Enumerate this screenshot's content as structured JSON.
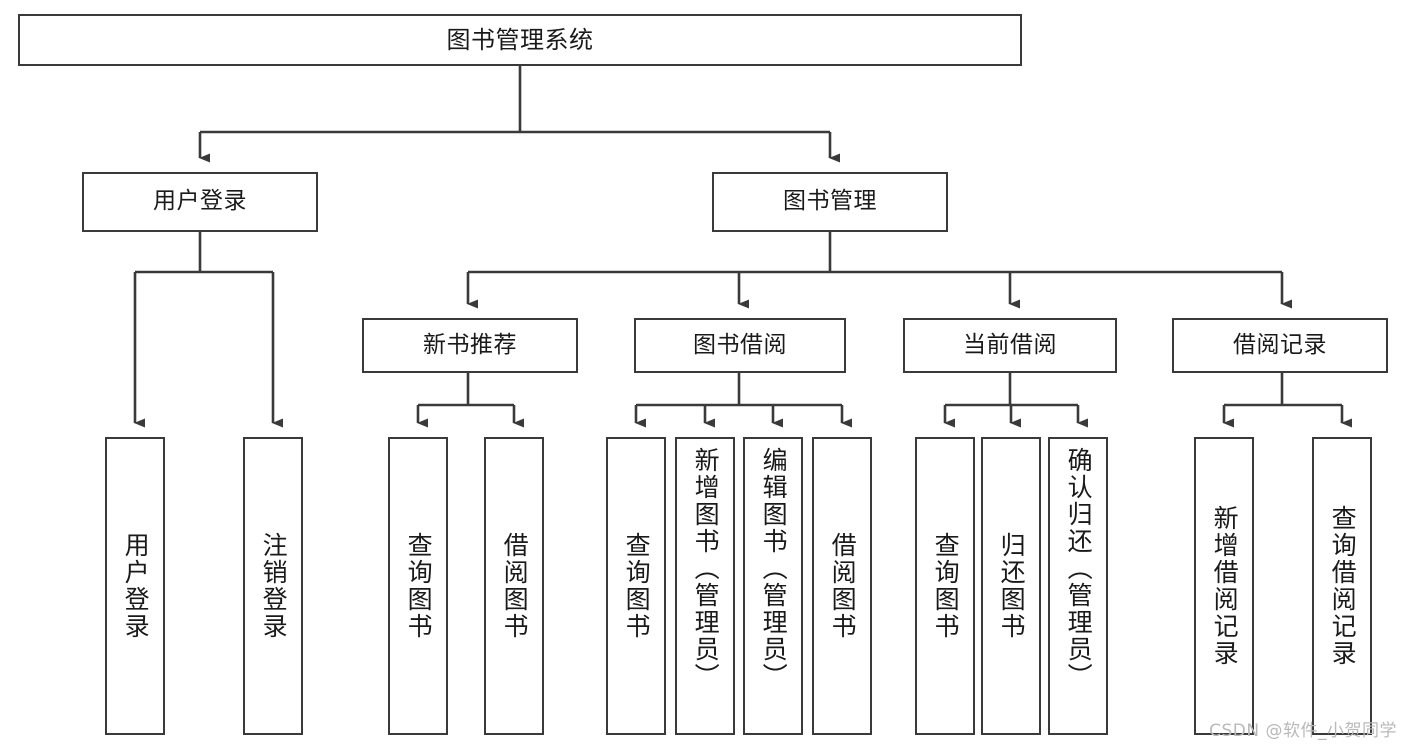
{
  "diagram": {
    "title": "图书管理系统",
    "type": "tree",
    "colors": {
      "background": "#ffffff",
      "stroke": "#3a3a3a",
      "text": "#1a1a1a",
      "watermark": "#b9b9b9"
    },
    "nodes": {
      "root": {
        "label": "图书管理系统"
      },
      "level2": [
        {
          "id": "user-login",
          "label": "用户登录"
        },
        {
          "id": "book-manage",
          "label": "图书管理"
        }
      ],
      "level3": [
        {
          "id": "new-book-recommend",
          "label": "新书推荐"
        },
        {
          "id": "book-borrow",
          "label": "图书借阅"
        },
        {
          "id": "current-borrow",
          "label": "当前借阅"
        },
        {
          "id": "borrow-record",
          "label": "借阅记录"
        }
      ],
      "leaves": {
        "user-login": [
          {
            "id": "leaf-user-login",
            "label": "用户登录"
          },
          {
            "id": "leaf-logout-login",
            "label": "注销登录"
          }
        ],
        "new-book-recommend": [
          {
            "id": "leaf-query-book-1",
            "label": "查询图书"
          },
          {
            "id": "leaf-borrow-book-1",
            "label": "借阅图书"
          }
        ],
        "book-borrow": [
          {
            "id": "leaf-query-book-2",
            "label": "查询图书"
          },
          {
            "id": "leaf-add-book",
            "label": "新增图书（管理员）"
          },
          {
            "id": "leaf-edit-book",
            "label": "编辑图书（管理员）"
          },
          {
            "id": "leaf-borrow-book-2",
            "label": "借阅图书"
          }
        ],
        "current-borrow": [
          {
            "id": "leaf-query-book-3",
            "label": "查询图书"
          },
          {
            "id": "leaf-return-book",
            "label": "归还图书"
          },
          {
            "id": "leaf-confirm-return",
            "label": "确认归还（管理员）"
          }
        ],
        "borrow-record": [
          {
            "id": "leaf-add-record",
            "label": "新增借阅记录"
          },
          {
            "id": "leaf-query-record",
            "label": "查询借阅记录"
          }
        ]
      }
    },
    "watermark": "CSDN @软件_小贺同学"
  }
}
